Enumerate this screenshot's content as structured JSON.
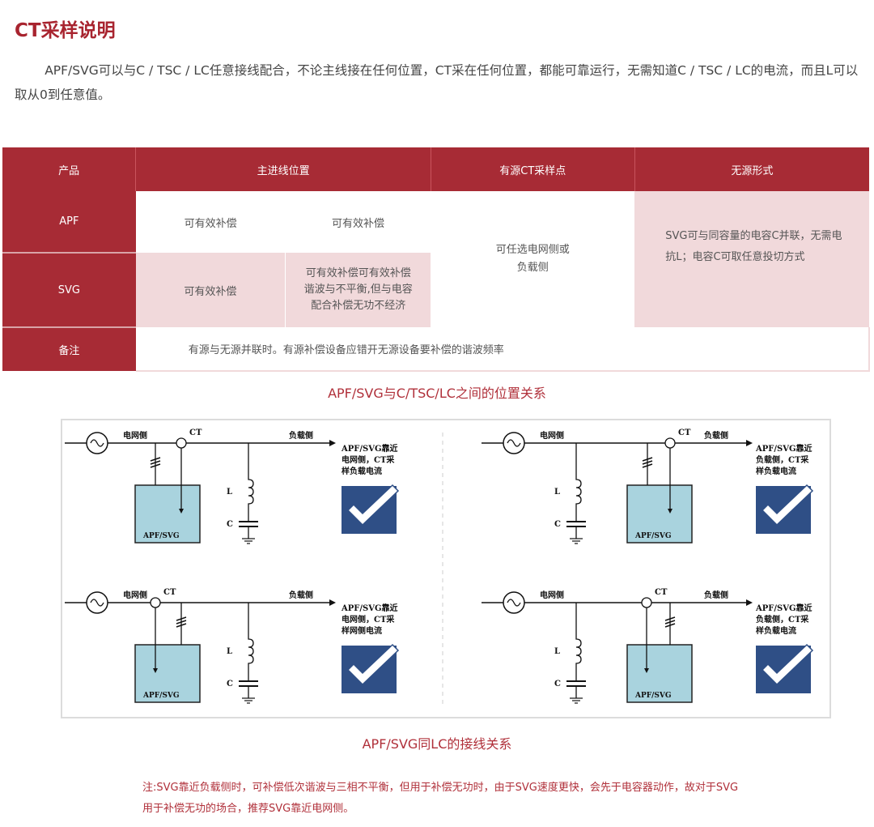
{
  "title": "CT采样说明",
  "intro": "APF/SVG可以与C / TSC / LC任意接线配合，不论主线接在任何位置，CT采在任何位置，都能可靠运行，无需知道C / TSC / LC的电流，而且L可以取从0到任意值。",
  "table": {
    "headers": [
      "产品",
      "主进线位置",
      "有源CT采样点",
      "无源形式"
    ],
    "apf": {
      "label": "APF",
      "pos1": "可有效补偿",
      "pos2": "可有效补偿"
    },
    "svg": {
      "label": "SVG",
      "pos1": "可有效补偿",
      "pos2": "可有效补偿可有效补偿谐波与不平衡,但与电容配合补偿无功不经济"
    },
    "ct_point": "可任选电网侧或负载侧",
    "passive": "SVG可与同容量的电容C并联，无需电抗L；电容C可取任意投切方式",
    "notes": {
      "label": "备注",
      "text": "有源与无源并联时。有源补偿设备应错开无源设备要补偿的谐波频率"
    }
  },
  "caption1": "APF/SVG与C/TSC/LC之间的位置关系",
  "diagram": {
    "grid_label": "电网侧",
    "load_label": "负载侧",
    "ct_label": "CT",
    "l_label": "L",
    "c_label": "C",
    "box_label": "APF/SVG",
    "panels": [
      {
        "lines": [
          "APF/SVG靠近",
          "电网侧，CT采",
          "样负载电流"
        ]
      },
      {
        "lines": [
          "APF/SVG靠近",
          "负载侧，CT采",
          "样负载电流"
        ]
      },
      {
        "lines": [
          "APF/SVG靠近",
          "电网侧，CT采",
          "样网侧电流"
        ]
      },
      {
        "lines": [
          "APF/SVG靠近",
          "负载侧，CT采",
          "样负载电流"
        ]
      }
    ],
    "colors": {
      "box": "#a9d3de",
      "check": "#2f4f86"
    }
  },
  "caption2": "APF/SVG同LC的接线关系",
  "note": "注:SVG靠近负载侧时，可补偿低次谐波与三相不平衡，但用于补偿无功时，由于SVG速度更快，会先于电容器动作，故对于SVG用于补偿无功的场合，推荐SVG靠近电网侧。"
}
